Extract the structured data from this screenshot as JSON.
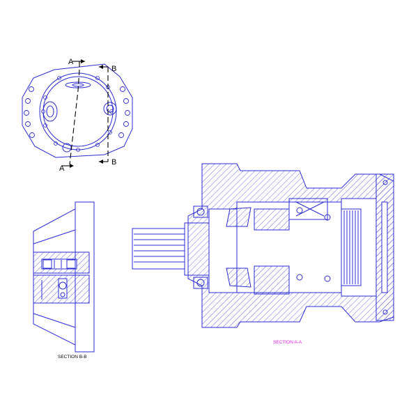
{
  "labels": {
    "section_a_top": "A",
    "section_a_bottom": "A",
    "section_b_top": "B",
    "section_b_bottom": "B"
  },
  "captions": {
    "section_bb": "SECTION B-B",
    "section_aa": "SECTION A-A"
  },
  "colors": {
    "line": "#2a2ad0",
    "cut": "#000000",
    "caption_aa": "#e020e0",
    "background": "#ffffff"
  }
}
